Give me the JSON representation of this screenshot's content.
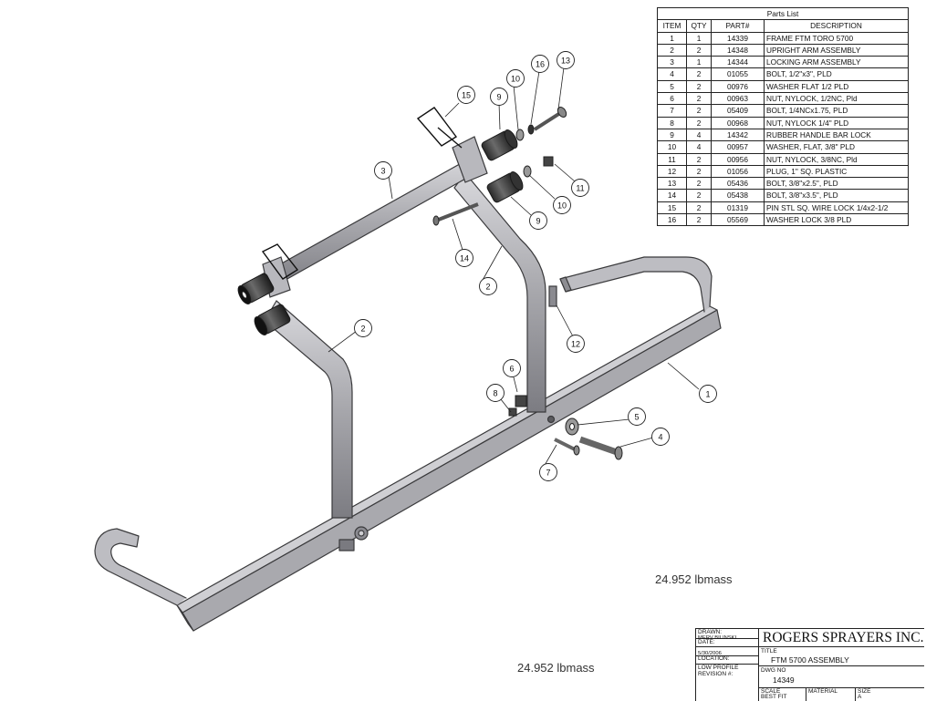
{
  "parts_list": {
    "caption": "Parts List",
    "headers": [
      "ITEM",
      "QTY",
      "PART#",
      "DESCRIPTION"
    ],
    "rows": [
      [
        "1",
        "1",
        "14339",
        "FRAME FTM TORO 5700"
      ],
      [
        "2",
        "2",
        "14348",
        "UPRIGHT ARM ASSEMBLY"
      ],
      [
        "3",
        "1",
        "14344",
        "LOCKING ARM ASSEMBLY"
      ],
      [
        "4",
        "2",
        "01055",
        "BOLT, 1/2\"x3\", PLD"
      ],
      [
        "5",
        "2",
        "00976",
        "WASHER FLAT 1/2 PLD"
      ],
      [
        "6",
        "2",
        "00963",
        "NUT, NYLOCK, 1/2NC, Pld"
      ],
      [
        "7",
        "2",
        "05409",
        "BOLT, 1/4NCx1.75, PLD"
      ],
      [
        "8",
        "2",
        "00968",
        "NUT, NYLOCK 1/4\" PLD"
      ],
      [
        "9",
        "4",
        "14342",
        "RUBBER HANDLE BAR LOCK"
      ],
      [
        "10",
        "4",
        "00957",
        "WASHER, FLAT, 3/8\" PLD"
      ],
      [
        "11",
        "2",
        "00956",
        "NUT, NYLOCK, 3/8NC, Pld"
      ],
      [
        "12",
        "2",
        "01056",
        "PLUG, 1\" SQ. PLASTIC"
      ],
      [
        "13",
        "2",
        "05436",
        "BOLT, 3/8\"x2.5\", PLD"
      ],
      [
        "14",
        "2",
        "05438",
        "BOLT, 3/8\"x3.5\", PLD"
      ],
      [
        "15",
        "2",
        "01319",
        "PIN STL SQ. WIRE LOCK 1/4x2-1/2"
      ],
      [
        "16",
        "2",
        "05569",
        "WASHER LOCK 3/8 PLD"
      ]
    ]
  },
  "mass_labels": [
    "24.952 lbmass",
    "24.952 lbmass"
  ],
  "title_block": {
    "drawn_label": "DRAWN:",
    "drawn_value": "MERV BILINSKI",
    "date_label": "DATE:",
    "date_value": "5/30/2006",
    "location_label": "LOCATION:",
    "location_value": "LOW PROFILE",
    "revision_label": "REVISION #:",
    "company": "ROGERS SPRAYERS INC.",
    "title_label": "TITLE",
    "title_value": "FTM 5700 ASSEMBLY",
    "dwg_label": "DWG NO",
    "dwg_value": "14349",
    "scale_label": "SCALE",
    "scale_value": "BEST FIT",
    "material_label": "MATERIAL",
    "size_label": "SIZE",
    "size_value": "A"
  },
  "callouts": [
    "1",
    "2",
    "2",
    "3",
    "4",
    "5",
    "6",
    "7",
    "8",
    "9",
    "9",
    "10",
    "10",
    "11",
    "12",
    "13",
    "14",
    "15",
    "16"
  ],
  "colors": {
    "frame": "#b4b4b8",
    "frame_outline": "#3a3a3c",
    "line": "#222222"
  }
}
